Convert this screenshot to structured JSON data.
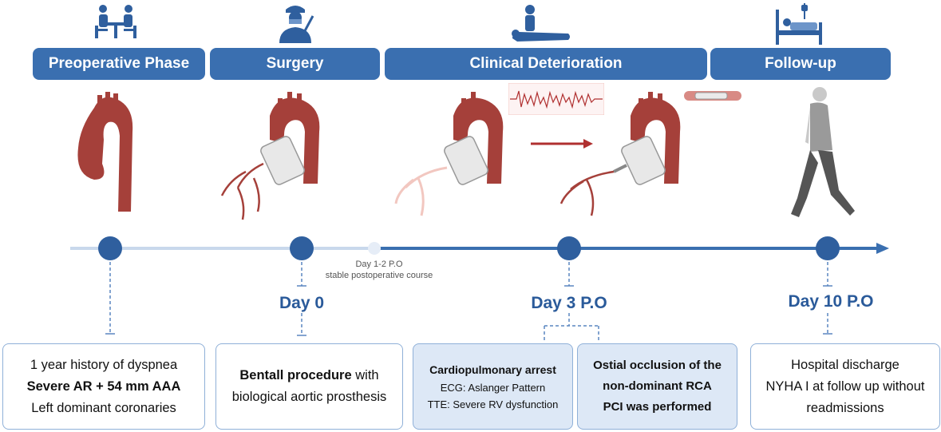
{
  "phases": [
    {
      "label": "Preoperative Phase",
      "icon": "consultation-icon"
    },
    {
      "label": "Surgery",
      "icon": "surgeon-icon"
    },
    {
      "label": "Clinical Deterioration",
      "icon": "cpr-icon"
    },
    {
      "label": "Follow-up",
      "icon": "hospital-bed-icon"
    }
  ],
  "timeline": {
    "day0": "Day 0",
    "day3": "Day 3 P.O",
    "day10": "Day 10 P.O",
    "note_line1": "Day 1-2 P.O",
    "note_line2": "stable postoperative course"
  },
  "cards": {
    "preop": {
      "line1": "1 year history of dyspnea",
      "line2": "Severe AR + 54 mm AAA",
      "line3": "Left dominant coronaries"
    },
    "surgery": {
      "bold": "Bentall procedure",
      "rest": " with",
      "line2": "biological aortic prosthesis"
    },
    "arrest": {
      "line1": "Cardiopulmonary arrest",
      "line2": "ECG: Aslanger Pattern",
      "line3": "TTE: Severe RV dysfunction"
    },
    "occlusion": {
      "line1": "Ostial occlusion of the",
      "line2": "non-dominant RCA",
      "line3": "PCI was performed"
    },
    "followup": {
      "line1": "Hospital discharge",
      "line2": "NYHA I at follow up without",
      "line3": "readmissions"
    }
  },
  "colors": {
    "header": "#3a6fb0",
    "timeline": "#3a6fb0",
    "aorta": "#a5403a",
    "card_blue": "#dde8f6"
  }
}
